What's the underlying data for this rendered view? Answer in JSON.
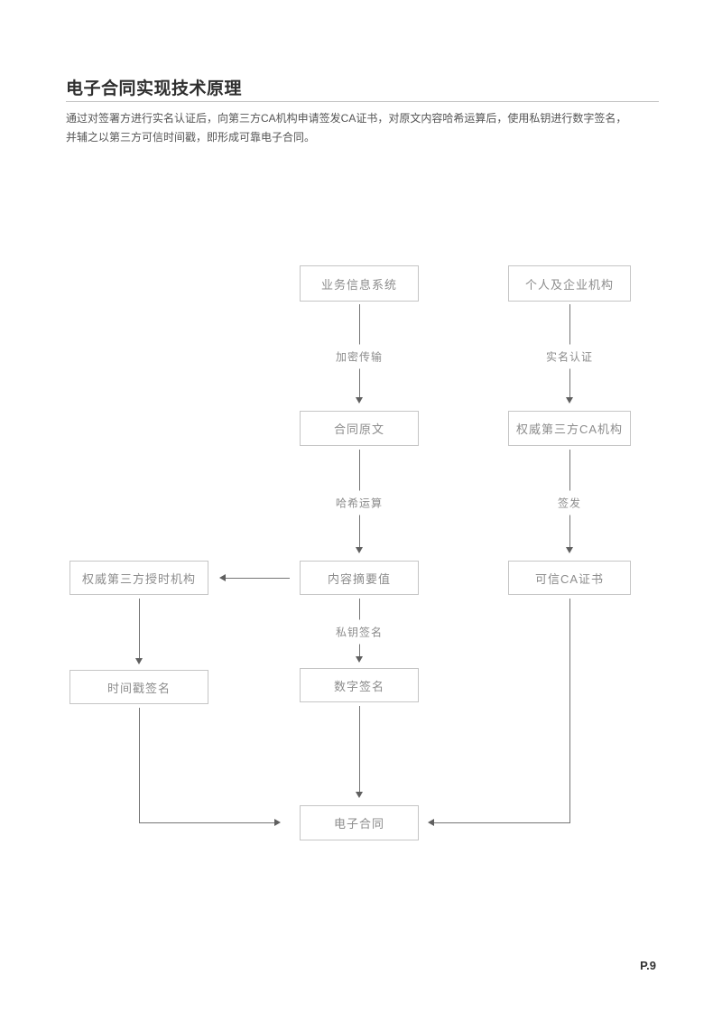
{
  "page": {
    "title": "电子合同实现技术原理",
    "description_lines": [
      "通过对签署方进行实名认证后，向第三方CA机构申请签发CA证书，对原文内容哈希运算后，使用私钥进行数字签名，",
      "并辅之以第三方可信时间戳，即形成可靠电子合同。"
    ],
    "page_number": "P.9"
  },
  "colors": {
    "title_color": "#2f2f2f",
    "body_text": "#555555",
    "box_border": "#c5c5c5",
    "box_text": "#8c8c8c",
    "arrow_line": "#757575",
    "arrow_head": "#5f5f5f",
    "rule_color": "#c4c4c4",
    "page_bg": "#ffffff"
  },
  "flowchart": {
    "nodes": [
      {
        "id": "business-info-system",
        "label": "业务信息系统"
      },
      {
        "id": "individual-enterprise-org",
        "label": "个人及企业机构"
      },
      {
        "id": "contract-original",
        "label": "合同原文"
      },
      {
        "id": "third-party-ca",
        "label": "权威第三方CA机构"
      },
      {
        "id": "time-stamping-authority",
        "label": "权威第三方授时机构"
      },
      {
        "id": "content-digest",
        "label": "内容摘要值"
      },
      {
        "id": "trusted-ca-cert",
        "label": "可信CA证书"
      },
      {
        "id": "timestamp-signature",
        "label": "时间戳签名"
      },
      {
        "id": "digital-signature",
        "label": "数字签名"
      },
      {
        "id": "electronic-contract",
        "label": "电子合同"
      }
    ],
    "edge_labels": [
      {
        "id": "encrypted-transmission",
        "label": "加密传输"
      },
      {
        "id": "realname-authentication",
        "label": "实名认证"
      },
      {
        "id": "hash-operation",
        "label": "哈希运算"
      },
      {
        "id": "issue",
        "label": "签发"
      },
      {
        "id": "private-key-signing",
        "label": "私钥签名"
      }
    ]
  }
}
